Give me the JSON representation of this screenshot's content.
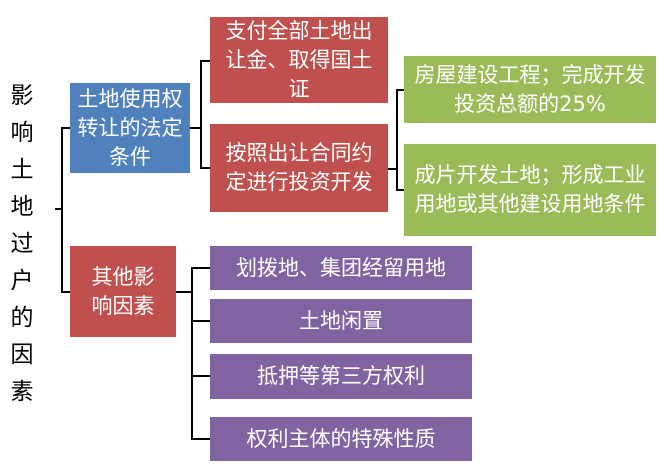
{
  "title": "影响土地过户的因素",
  "branches": [
    {
      "label": "土地使用权转让的法定条件",
      "children": [
        {
          "label": "支付全部土地出让金、取得国土证"
        },
        {
          "label": "按照出让合同约定进行投资开发",
          "children": [
            {
              "label": "房屋建设工程；完成开发投资总额的25%"
            },
            {
              "label": "成片开发土地；形成工业用地或其他建设用地条件"
            }
          ]
        }
      ]
    },
    {
      "label": "其他影响因素",
      "children": [
        {
          "label": "划拨地、集团经留用地"
        },
        {
          "label": "土地闲置"
        },
        {
          "label": "抵押等第三方权利"
        },
        {
          "label": "权利主体的特殊性质"
        }
      ]
    }
  ],
  "colors": {
    "blue": "#4f81bd",
    "red": "#c0504d",
    "green": "#9bbb59",
    "purple": "#8064a2"
  }
}
